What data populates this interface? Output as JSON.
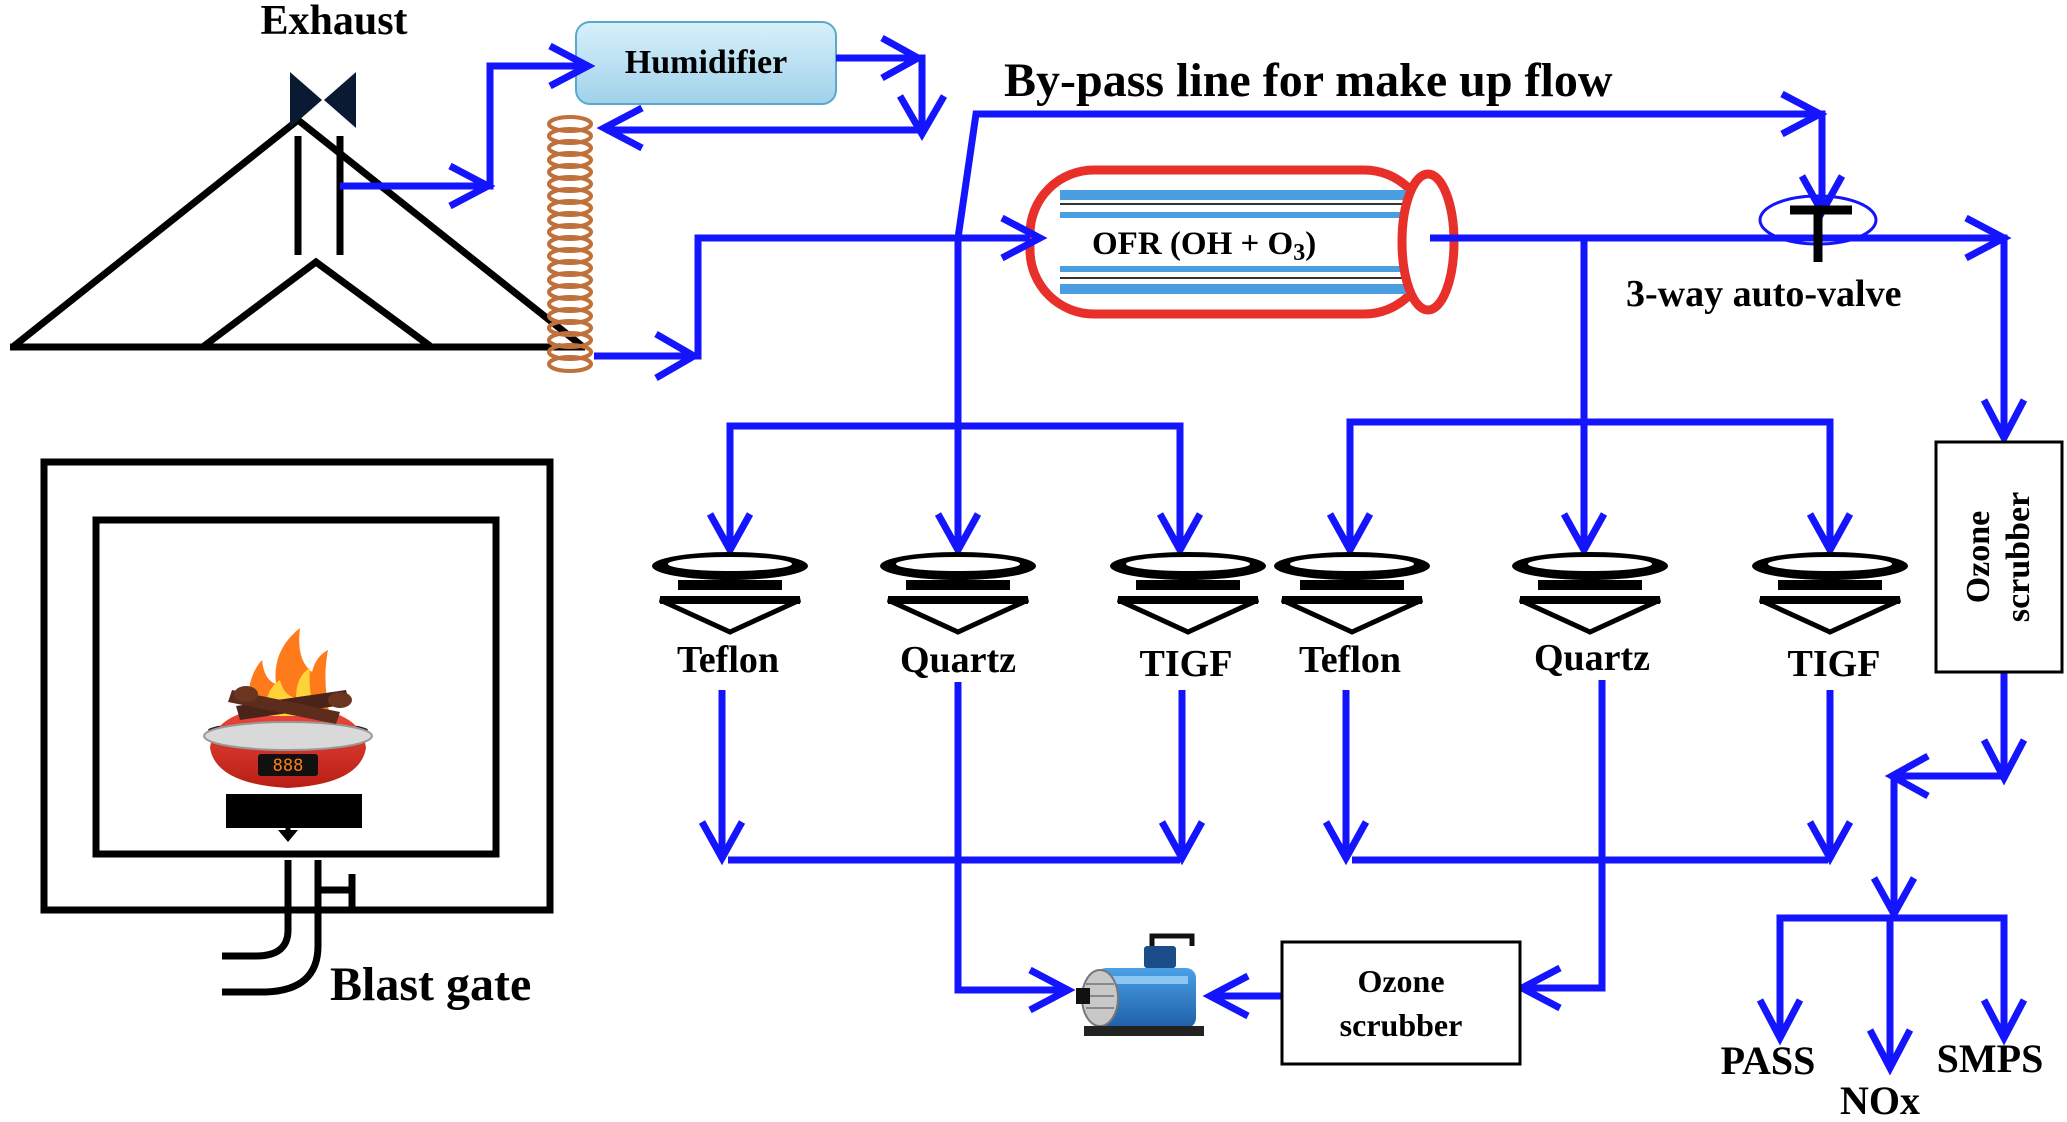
{
  "labels": {
    "exhaust": "Exhaust",
    "humidifier": "Humidifier",
    "bypass": "By-pass line for make up flow",
    "ofr": "OFR (OH + O",
    "ofr_sub": "3",
    "ofr_close": ")",
    "valve": "3-way auto-valve",
    "blast_gate": "Blast gate",
    "ozone_scrubber_right": [
      "Ozone",
      "scrubber"
    ],
    "ozone_scrubber_bottom": [
      "Ozone",
      "scrubber"
    ],
    "filters_left": [
      "Teflon",
      "Quartz",
      "TIGF"
    ],
    "filters_right": [
      "Teflon",
      "Quartz",
      "TIGF"
    ],
    "instruments": [
      "PASS",
      "NOx",
      "SMPS"
    ],
    "stove_display": "888"
  },
  "colors": {
    "flow_line": "#1414ff",
    "ofr_outline": "#e8302a",
    "ofr_stripes": "#4a9fe0",
    "humidifier_fill": "#bfe3f2",
    "coil": "#c0703a",
    "flame": "#ff7a1a",
    "stove_body": "#d62b22"
  }
}
